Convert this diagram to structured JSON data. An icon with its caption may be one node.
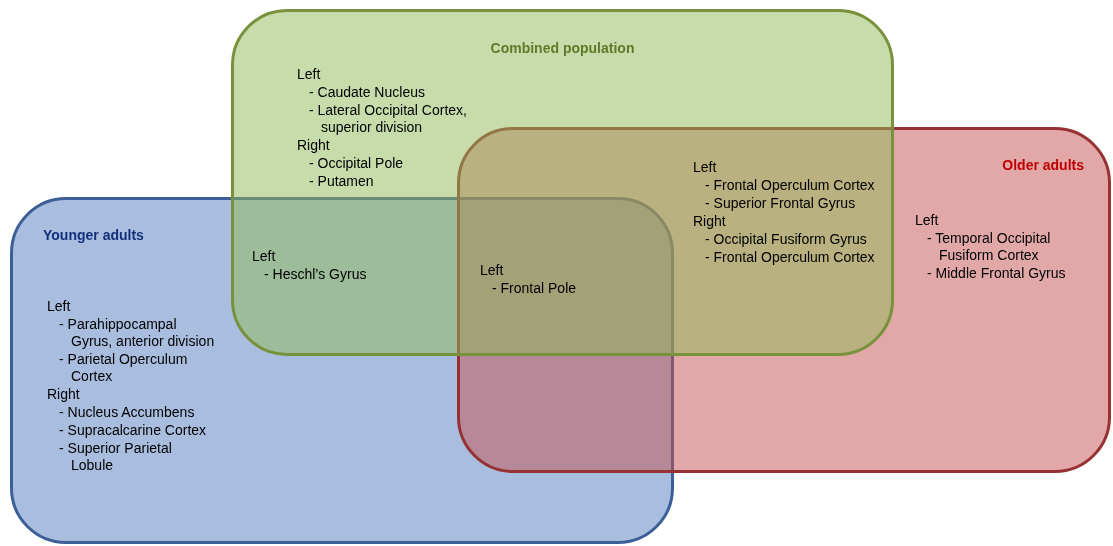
{
  "diagram": {
    "nodes": [
      {
        "text": [
          "Combined population"
        ]
      },
      {
        "text": [
          "Older adults"
        ]
      },
      {
        "text": [
          "Younger adults"
        ]
      }
    ],
    "labels": [
      "Left",
      "- Caudate Nucleus",
      "- Lateral Occipital Cortex, superior division",
      "Right",
      "- Occipital Pole",
      "- Putamen",
      "Left",
      "- Frontal Operculum Cortex",
      "- Superior Frontal Gyrus",
      "Right",
      "- Occipital Fusiform Gyrus",
      "- Frontal Operculum Cortex",
      "Left",
      "- Temporal Occipital Fusiform Cortex",
      "- Middle Frontal Gyrus",
      "Left",
      "- Heschl’s Gyrus",
      "Left",
      "- Frontal Pole",
      "Left",
      "- Parahippocampal Gyrus, anterior division",
      "- Parietal Operculum Cortex",
      "Right",
      "- Nucleus Accumbens",
      "- Supracalcarine Cortex",
      "- Superior Parietal Lobule"
    ]
  }
}
